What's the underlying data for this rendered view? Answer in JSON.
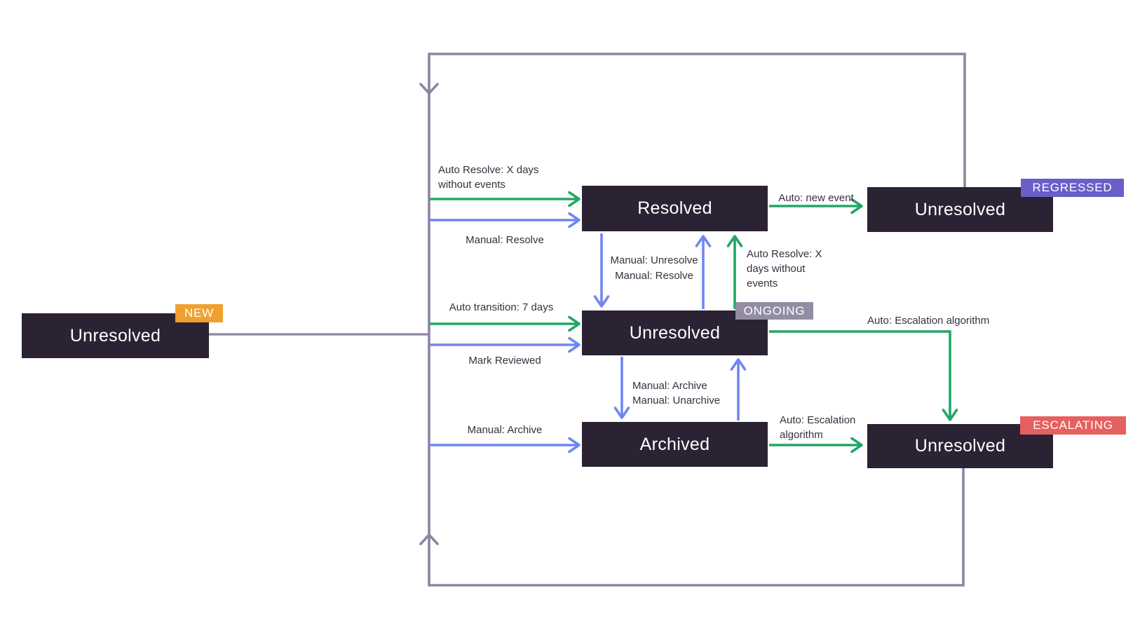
{
  "diagram_type": "state-diagram",
  "states": {
    "new": {
      "label": "Unresolved",
      "badge": "NEW"
    },
    "resolved": {
      "label": "Resolved"
    },
    "ongoing": {
      "label": "Unresolved",
      "badge": "ONGOING"
    },
    "archived": {
      "label": "Archived"
    },
    "regressed": {
      "label": "Unresolved",
      "badge": "REGRESSED"
    },
    "escalating": {
      "label": "Unresolved",
      "badge": "ESCALATING"
    }
  },
  "transitions": {
    "auto_resolve_in": "Auto Resolve: X days without events",
    "manual_resolve_in": "Manual: Resolve",
    "auto_transition": "Auto transition: 7 days",
    "mark_reviewed": "Mark Reviewed",
    "manual_archive_in": "Manual: Archive",
    "manual_unresolve": "Manual: Unresolve",
    "manual_resolve_up": "Manual: Resolve",
    "auto_resolve_up": "Auto Resolve: X days without events",
    "auto_new_event": "Auto: new event",
    "auto_escalation_ongoing": "Auto: Escalation algorithm",
    "manual_archive_down": "Manual: Archive",
    "manual_unarchive_up": "Manual: Unarchive",
    "auto_escalation_archived": "Auto: Escalation algorithm"
  },
  "colors": {
    "node_bg": "#2b2233",
    "node_text": "#ffffff",
    "badge_new": "#efa12f",
    "badge_ongoing": "#938da2",
    "badge_regressed": "#6a5ec9",
    "badge_escalating": "#e6605f",
    "arrow_auto_green": "#23a666",
    "arrow_manual_blue": "#6f86f2",
    "loop_line_gray": "#8e84a2",
    "label_text": "#36303f"
  }
}
